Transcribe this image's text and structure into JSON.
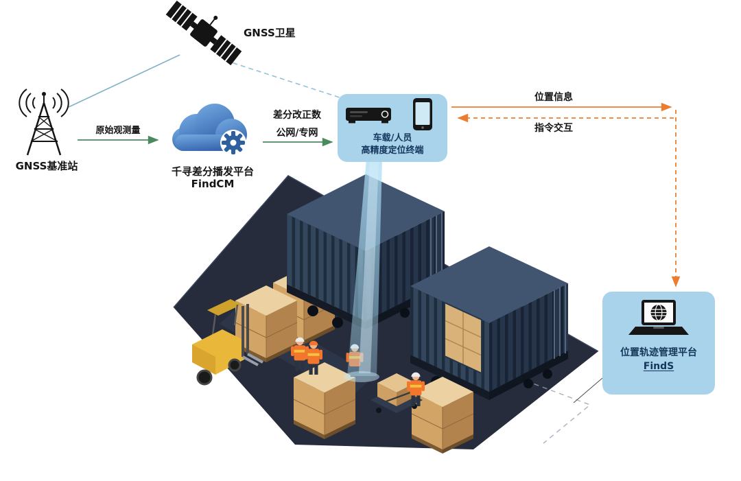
{
  "nodes": {
    "satellite": {
      "label": "GNSS卫星"
    },
    "base_station": {
      "label": "GNSS基准站"
    },
    "cloud": {
      "name": "千寻差分播发平台",
      "product": "FindCM"
    },
    "terminal": {
      "line1": "车载/人员",
      "line2": "高精度定位终端"
    },
    "platform": {
      "name": "位置轨迹管理平台",
      "product": "FindS"
    }
  },
  "links": {
    "raw_observation": "原始观测量",
    "correction_line1": "差分改正数",
    "correction_line2": "公网/专网",
    "position_info": "位置信息",
    "command_interaction": "指令交互"
  },
  "colors": {
    "panel_bg": "#a9d3ea",
    "green_arrow": "#4a8a5f",
    "orange_arrow": "#ee7c2e",
    "satellite_link": "#8fbcd6",
    "cloud_blue": "#3b6cb4",
    "label_dark": "#14365c",
    "ground": "#262c3c",
    "container": "#33465c",
    "carton": "#d2a566",
    "forklift_yellow": "#e9b83b"
  }
}
